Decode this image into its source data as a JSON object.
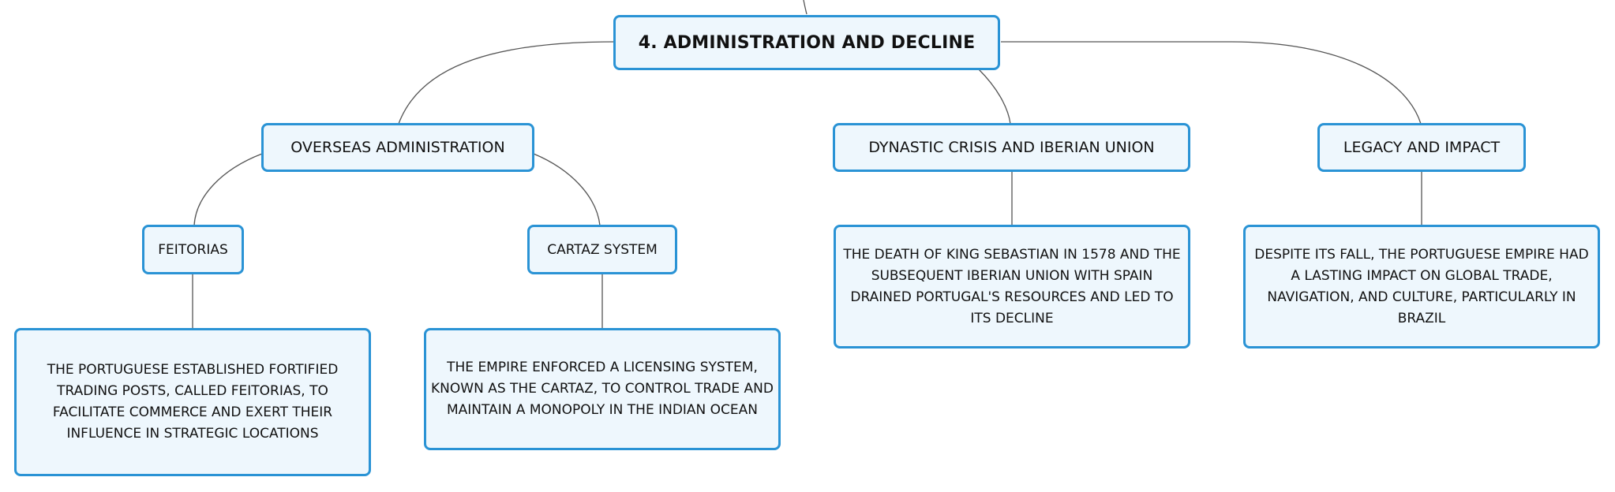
{
  "root": {
    "label": "4. ADMINISTRATION AND DECLINE"
  },
  "branches": {
    "overseas": {
      "label": "OVERSEAS ADMINISTRATION",
      "children": {
        "feitorias": {
          "label": "FEITORIAS",
          "detail": "THE PORTUGUESE ESTABLISHED FORTIFIED TRADING POSTS, CALLED FEITORIAS, TO FACILITATE COMMERCE AND EXERT THEIR INFLUENCE IN STRATEGIC LOCATIONS"
        },
        "cartaz": {
          "label": "CARTAZ SYSTEM",
          "detail": "THE EMPIRE ENFORCED A LICENSING SYSTEM, KNOWN AS THE CARTAZ, TO CONTROL TRADE AND MAINTAIN A MONOPOLY IN THE INDIAN OCEAN"
        }
      }
    },
    "dynastic": {
      "label": "DYNASTIC CRISIS AND IBERIAN UNION",
      "detail": "THE DEATH OF KING SEBASTIAN IN 1578 AND THE SUBSEQUENT IBERIAN UNION WITH SPAIN DRAINED PORTUGAL'S RESOURCES AND LED TO ITS DECLINE"
    },
    "legacy": {
      "label": "LEGACY AND IMPACT",
      "detail": "DESPITE ITS FALL, THE PORTUGUESE EMPIRE HAD A LASTING IMPACT ON GLOBAL TRADE, NAVIGATION, AND CULTURE, PARTICULARLY IN BRAZIL"
    }
  },
  "colors": {
    "node_border": "#2a93d5",
    "node_fill": "#eef7fd",
    "connector": "#555555"
  }
}
